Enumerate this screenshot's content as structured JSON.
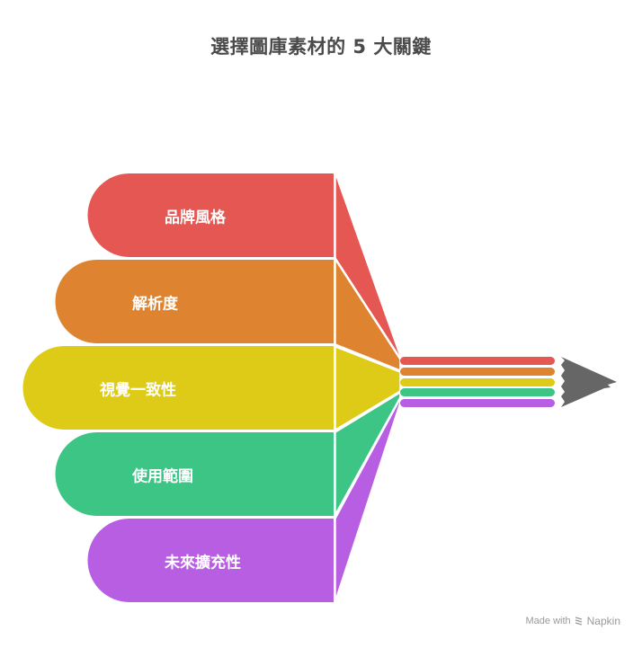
{
  "title": "選擇圖庫素材的 5 大關鍵",
  "items": [
    {
      "label": "品牌風格",
      "color": "#E45753"
    },
    {
      "label": "解析度",
      "color": "#DE8431"
    },
    {
      "label": "視覺一致性",
      "color": "#DECB17"
    },
    {
      "label": "使用範圍",
      "color": "#3CC585"
    },
    {
      "label": "未來擴充性",
      "color": "#B75EE3"
    }
  ],
  "pencil": {
    "tip_color": "#666666"
  },
  "footer": {
    "made_with": "Made with",
    "brand": "Napkin",
    "icon": "napkin-logo-icon"
  }
}
